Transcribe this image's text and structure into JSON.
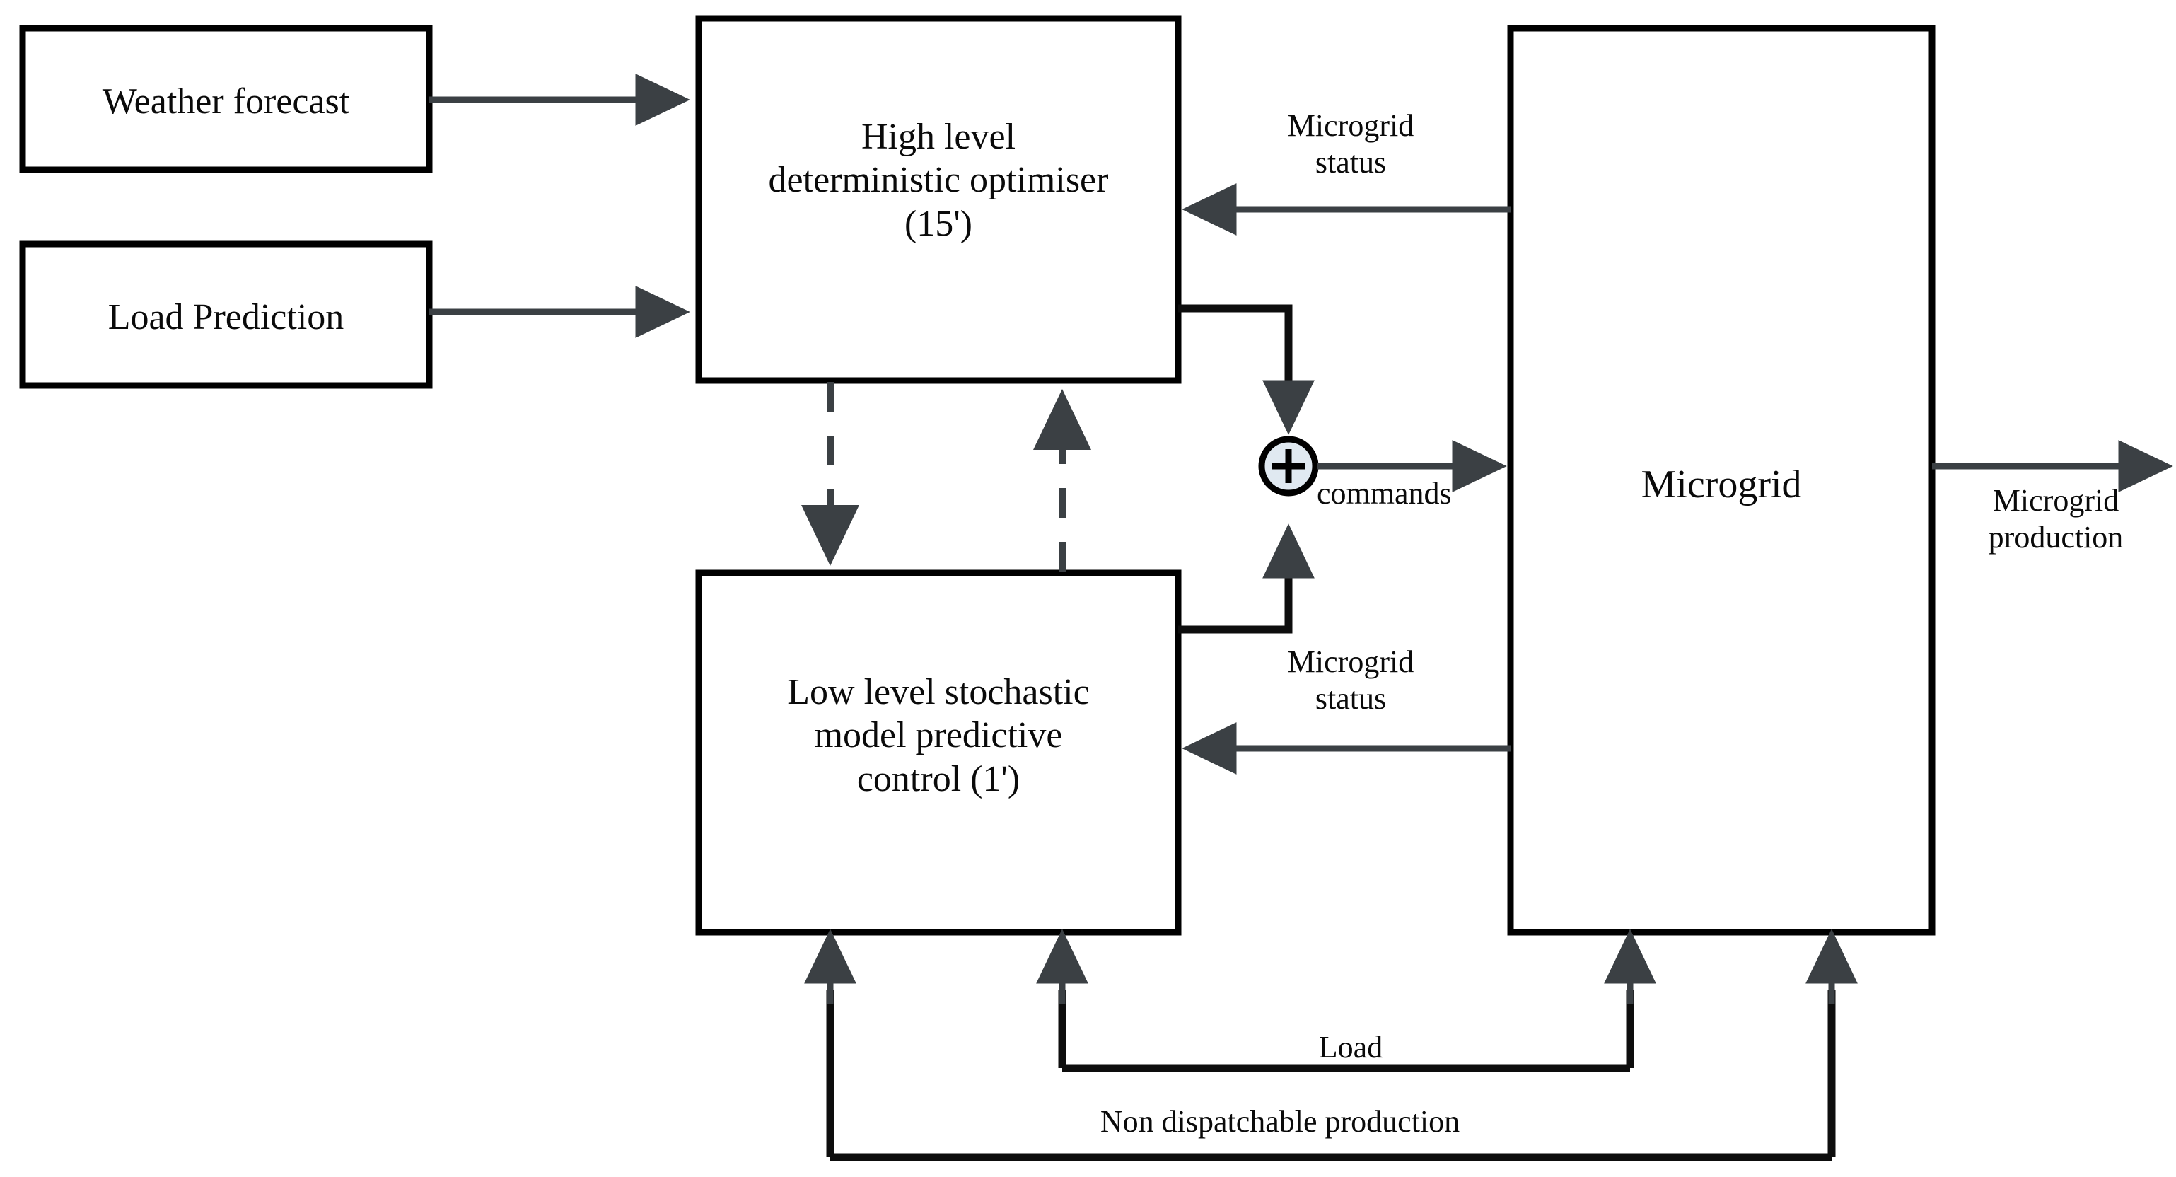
{
  "diagram": {
    "title": "Hierarchical microgrid control block diagram",
    "background_color": "#ffffff",
    "stroke_color": "#0d0d0d",
    "arrow_color": "#3b4044",
    "sum_fill_color": "#e0e9f1"
  },
  "blocks": [
    {
      "id": "weather-forecast",
      "label": "Weather forecast"
    },
    {
      "id": "load-prediction",
      "label": "Load Prediction"
    },
    {
      "id": "high-level-optimiser",
      "label": "High level\ndeterministic optimiser\n(15')"
    },
    {
      "id": "low-level-smpc",
      "label": "Low level stochastic\nmodel predictive\ncontrol (1')"
    },
    {
      "id": "microgrid",
      "label": "Microgrid"
    }
  ],
  "nodes": [
    {
      "id": "summing-junction",
      "label": "+"
    }
  ],
  "edge_labels": {
    "microgrid_status_top": "Microgrid\nstatus",
    "microgrid_status_bottom": "Microgrid\nstatus",
    "commands": "commands",
    "microgrid_production": "Microgrid\nproduction",
    "load": "Load",
    "non_dispatchable_production": "Non dispatchable production"
  },
  "connections": [
    {
      "from": "weather-forecast",
      "to": "high-level-optimiser",
      "style": "solid",
      "label": ""
    },
    {
      "from": "load-prediction",
      "to": "high-level-optimiser",
      "style": "solid",
      "label": ""
    },
    {
      "from": "high-level-optimiser",
      "to": "low-level-smpc",
      "style": "dashed",
      "label": ""
    },
    {
      "from": "low-level-smpc",
      "to": "high-level-optimiser",
      "style": "dashed",
      "label": ""
    },
    {
      "from": "high-level-optimiser",
      "to": "summing-junction",
      "style": "solid",
      "label": ""
    },
    {
      "from": "low-level-smpc",
      "to": "summing-junction",
      "style": "solid",
      "label": ""
    },
    {
      "from": "summing-junction",
      "to": "microgrid",
      "style": "solid",
      "label": "commands"
    },
    {
      "from": "microgrid",
      "to": "high-level-optimiser",
      "style": "solid",
      "label": "Microgrid status"
    },
    {
      "from": "microgrid",
      "to": "low-level-smpc",
      "style": "solid",
      "label": "Microgrid status"
    },
    {
      "from": "microgrid",
      "to": "output",
      "style": "solid",
      "label": "Microgrid production"
    },
    {
      "from": "load-bus",
      "to": "low-level-smpc",
      "style": "solid",
      "label": "Load"
    },
    {
      "from": "non-dispatchable-bus",
      "to": "low-level-smpc",
      "style": "solid",
      "label": "Non dispatchable production"
    }
  ]
}
